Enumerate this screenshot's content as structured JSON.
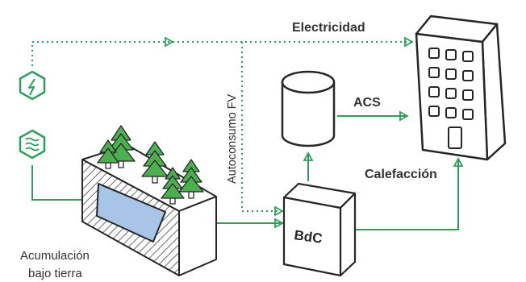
{
  "labels": {
    "electricity": "Electricidad",
    "dhw": "ACS",
    "heating": "Calefacción",
    "pv_self_consumption": "Autoconsumo FV",
    "heat_pump": "BdC",
    "storage_line1": "Acumulación",
    "storage_line2": "bajo tierra"
  },
  "icons": {
    "solar": "lightning-hexagon-icon",
    "geothermal": "waves-hexagon-icon",
    "building": "building-icon",
    "tank": "water-tank-icon",
    "tree": "pine-tree-icon"
  },
  "colors": {
    "accent_green": "#2e9e5b",
    "outline": "#262626",
    "water_blue": "#a8c4e6"
  }
}
